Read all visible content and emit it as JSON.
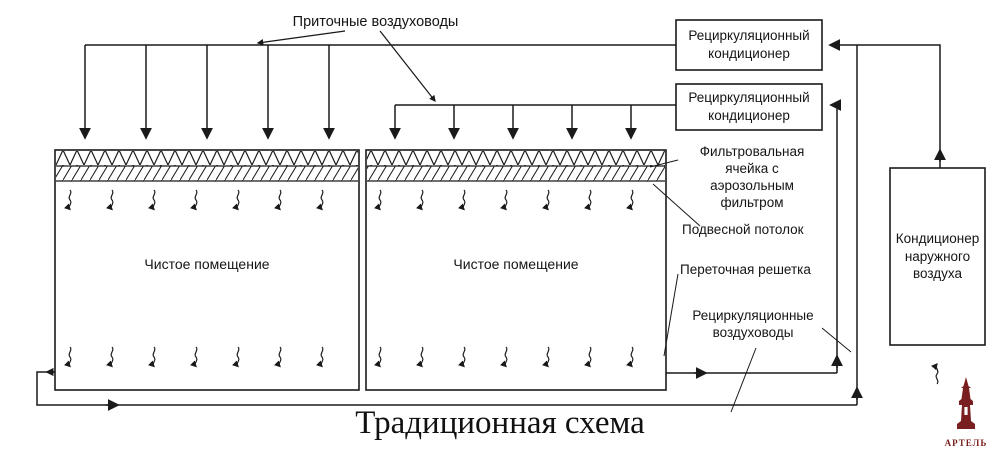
{
  "title": "Традиционная схема",
  "labels": {
    "supply_ducts": "Приточные воздуховоды",
    "filter_cell": "Фильтровальная ячейка с аэрозольным фильтром",
    "suspended_ceiling": "Подвесной потолок",
    "transfer_grille": "Переточная решетка",
    "recirculation_ducts": "Рециркуляционные воздуховоды"
  },
  "rooms": {
    "room1": "Чистое помещение",
    "room2": "Чистое помещение"
  },
  "equipment": {
    "recirculation_conditioner_1": "Рециркуляционный кондиционер",
    "recirculation_conditioner_2": "Рециркуляционный кондиционер",
    "outdoor_air_conditioner": "Кондиционер наружного воздуха"
  },
  "logo": {
    "text": "АРТЕЛЬ",
    "color": "#7a1f1f"
  },
  "colors": {
    "line": "#1a1a1a",
    "background": "#ffffff"
  }
}
